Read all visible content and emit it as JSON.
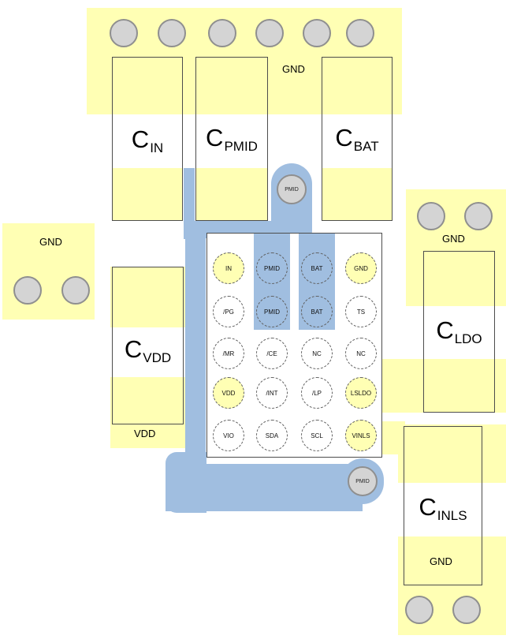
{
  "colors": {
    "copper_yellow": "#FFFFB4",
    "copper_blue": "#A0BEE0",
    "via_fill": "#D4D4D4",
    "via_border": "#8F8F8F",
    "outline": "#4D4D4D"
  },
  "labels": {
    "top_gnd": "GND",
    "left_gnd": "GND",
    "right_gnd": "GND",
    "vdd": "VDD",
    "inls_gnd": "GND"
  },
  "vias": {
    "pmid_top": "PMID",
    "pmid_bottom": "PMID"
  },
  "capacitors": {
    "cin": {
      "prefix": "C",
      "sub": "IN"
    },
    "cpmid": {
      "prefix": "C",
      "sub": "PMID"
    },
    "cbat": {
      "prefix": "C",
      "sub": "BAT"
    },
    "cvdd": {
      "prefix": "C",
      "sub": "VDD"
    },
    "cldo": {
      "prefix": "C",
      "sub": "LDO"
    },
    "cinls": {
      "prefix": "C",
      "sub": "INLS"
    }
  },
  "ic": {
    "pads": [
      [
        "IN",
        "PMID",
        "BAT",
        "GND"
      ],
      [
        "/PG",
        "PMID",
        "BAT",
        "TS"
      ],
      [
        "/MR",
        "/CE",
        "NC",
        "NC"
      ],
      [
        "VDD",
        "/INT",
        "/LP",
        "LSLDO"
      ],
      [
        "VIO",
        "SDA",
        "SCL",
        "VINLS"
      ]
    ],
    "pad_bg": [
      [
        "yellow",
        "blue",
        "blue",
        "yellow"
      ],
      [
        "none",
        "blue",
        "blue",
        "none"
      ],
      [
        "none",
        "none",
        "none",
        "none"
      ],
      [
        "yellow",
        "none",
        "none",
        "yellow"
      ],
      [
        "none",
        "none",
        "none",
        "yellow"
      ]
    ]
  }
}
